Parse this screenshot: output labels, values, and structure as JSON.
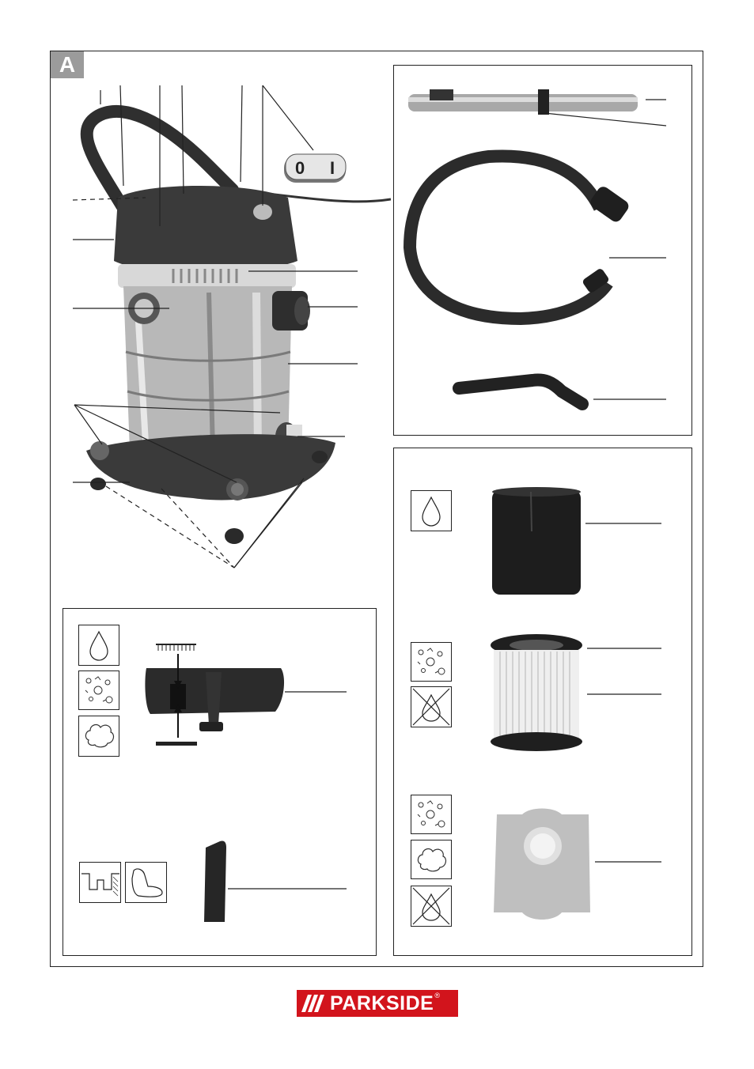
{
  "figure": {
    "label": "A",
    "switch_off": "0",
    "switch_on": "I"
  },
  "brand": {
    "name": "PARKSIDE",
    "registered": "®",
    "color": "#d2141c"
  },
  "colors": {
    "frame": "#222222",
    "badge": "#9b9b9b",
    "product_dark": "#3a3a3a",
    "steel": "#b8b8b8"
  },
  "icons": {
    "wet": "water-drop-icon",
    "dry": "dry-debris-icon",
    "fine_dust": "fine-dust-icon",
    "not_wet": "no-wet-icon",
    "upholstery": "upholstery-icon",
    "crevice": "crevice-icon"
  }
}
